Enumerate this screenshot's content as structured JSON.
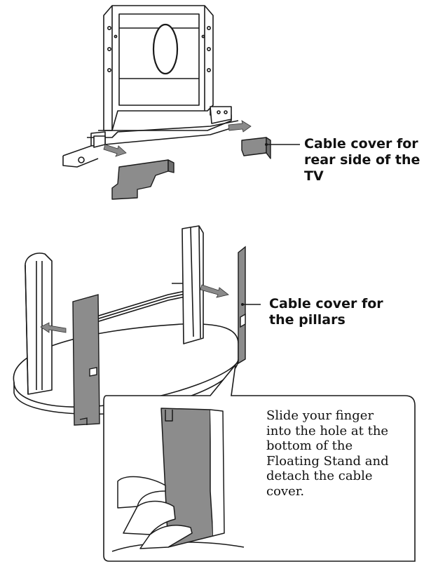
{
  "callouts": {
    "rear": {
      "lines": [
        "Cable cover for",
        "rear side of the",
        "TV"
      ]
    },
    "pillars": {
      "lines": [
        "Cable cover for",
        "the pillars"
      ]
    }
  },
  "inset": {
    "lines": [
      "Slide your finger",
      "into the hole at the",
      "bottom of the",
      "Floating Stand and",
      "detach the cable",
      "cover."
    ]
  },
  "colors": {
    "line": "#1a1a1a",
    "cover_fill": "#8c8c8c",
    "cover_dark": "#6f6f6f",
    "arrow": "#7a7a7a"
  }
}
